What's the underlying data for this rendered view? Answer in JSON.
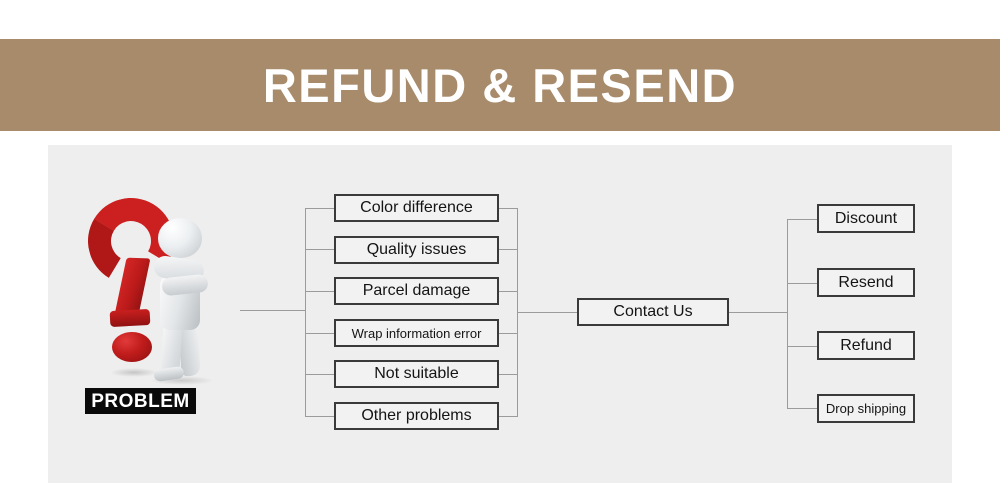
{
  "banner": {
    "title": "REFUND & RESEND",
    "background_color": "#a78b6b",
    "text_color": "#ffffff"
  },
  "panel": {
    "background_color": "#eeeeee"
  },
  "diagram": {
    "type": "tree",
    "source": {
      "label": "PROBLEM",
      "icon": "question-mark-thinking-person-icon",
      "label_background": "#0a0a0a",
      "label_color": "#ffffff",
      "accent_color": "#cc2020"
    },
    "problems": [
      {
        "label": "Color difference"
      },
      {
        "label": "Quality issues"
      },
      {
        "label": "Parcel damage"
      },
      {
        "label": "Wrap information error"
      },
      {
        "label": "Not suitable"
      },
      {
        "label": "Other problems"
      }
    ],
    "hub": {
      "label": "Contact Us"
    },
    "resolutions": [
      {
        "label": "Discount"
      },
      {
        "label": "Resend"
      },
      {
        "label": "Refund"
      },
      {
        "label": "Drop shipping"
      }
    ],
    "line_color": "#9b9b9b",
    "box_border_color": "#3a3a3a",
    "box_fill_color": "#f2f2f2"
  }
}
